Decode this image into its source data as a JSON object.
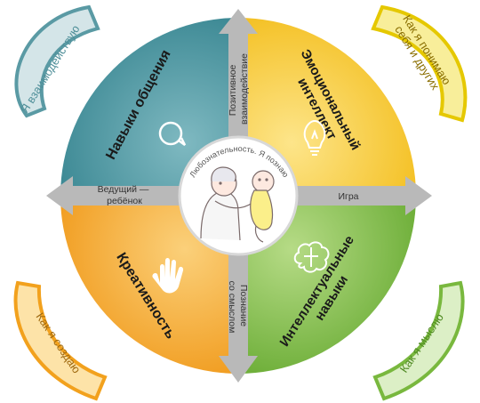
{
  "colors": {
    "teal": "#3f8e99",
    "yellow": "#f5c526",
    "orange": "#f2a11d",
    "green": "#79b83e",
    "arrow": "#b8b8b8",
    "corner_teal_text": "#4f8f99",
    "corner_yellow_text": "#a08000",
    "corner_orange_text": "#a06a10",
    "corner_green_text": "#4f8a22"
  },
  "quadrants": {
    "top_left": {
      "label": "Навыки общения",
      "icon": "speech-bubble-icon"
    },
    "top_right": {
      "label_line1": "Эмоциональный",
      "label_line2": "интеллект",
      "icon": "lightbulb-icon"
    },
    "bottom_left": {
      "label": "Креативность",
      "icon": "hand-icon"
    },
    "bottom_right": {
      "label_line1": "Интеллектуальные",
      "label_line2": "навыки",
      "icon": "brain-icon"
    }
  },
  "arrows": {
    "top_line1": "Позитивное",
    "top_line2": "взаимодействие",
    "left_line1": "Ведущий —",
    "left_line2": "ребёнок",
    "right": "Игра",
    "bottom_line1": "Познание",
    "bottom_line2": "со смыслом"
  },
  "center": {
    "caption": "Любознательность. Я познаю",
    "illustration": "mother-and-baby-illustration"
  },
  "corners": {
    "top_left": "Я взаимодействую",
    "top_right_line1": "Как я понимаю",
    "top_right_line2": "себя и других",
    "bottom_left": "Как я создаю",
    "bottom_right": "Как я мыслю"
  }
}
